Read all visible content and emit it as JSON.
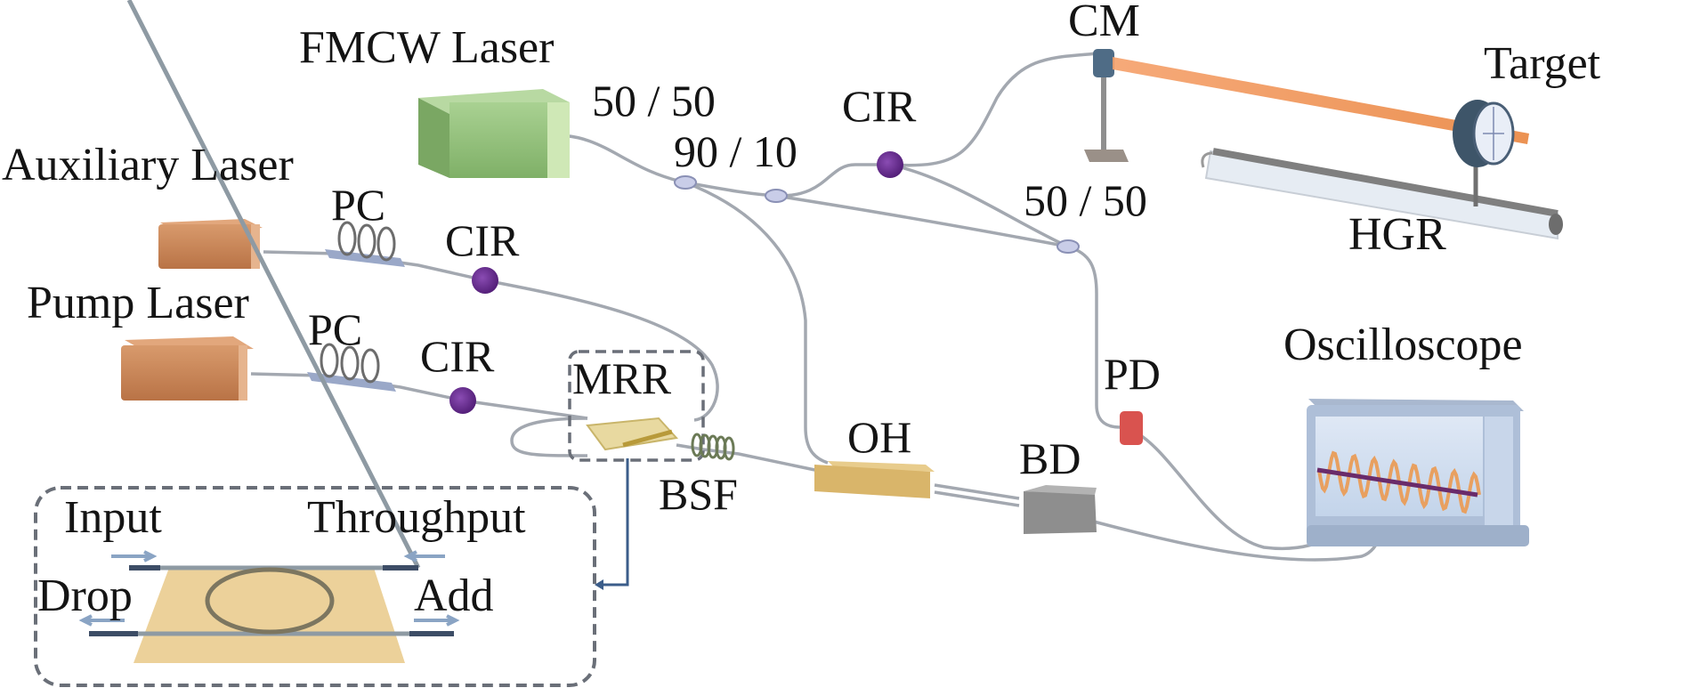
{
  "diagram": {
    "title": "FMCW LiDAR setup with microring resonator",
    "labels": {
      "fmcw_laser": "FMCW Laser",
      "coupler_5050_a": "50 / 50",
      "coupler_9010": "90 / 10",
      "cir_top": "CIR",
      "cm": "CM",
      "target": "Target",
      "coupler_5050_b": "50 / 50",
      "hgr": "HGR",
      "aux_laser": "Auxiliary Laser",
      "pc_aux": "PC",
      "cir_aux": "CIR",
      "pump_laser": "Pump Laser",
      "pc_pump": "PC",
      "cir_pump": "CIR",
      "mrr": "MRR",
      "bsf": "BSF",
      "oh": "OH",
      "bd": "BD",
      "pd": "PD",
      "oscilloscope": "Oscilloscope"
    },
    "inset": {
      "input": "Input",
      "throughput": "Throughput",
      "drop": "Drop",
      "add": "Add"
    },
    "colors": {
      "fmcw_laser": "#8fbf7a",
      "aux_laser": "#c98a5e",
      "pump_laser": "#c98a5e",
      "circulator": "#6a2d8f",
      "beam": "#f08a4b",
      "fiber": "#9aa0a8",
      "oh": "#d9b56a",
      "bd": "#8a8a8a",
      "pd": "#d9534f",
      "scope": "#aab8d0",
      "chip": "#e8d2a0",
      "waveguide": "#3d5a7a"
    }
  }
}
